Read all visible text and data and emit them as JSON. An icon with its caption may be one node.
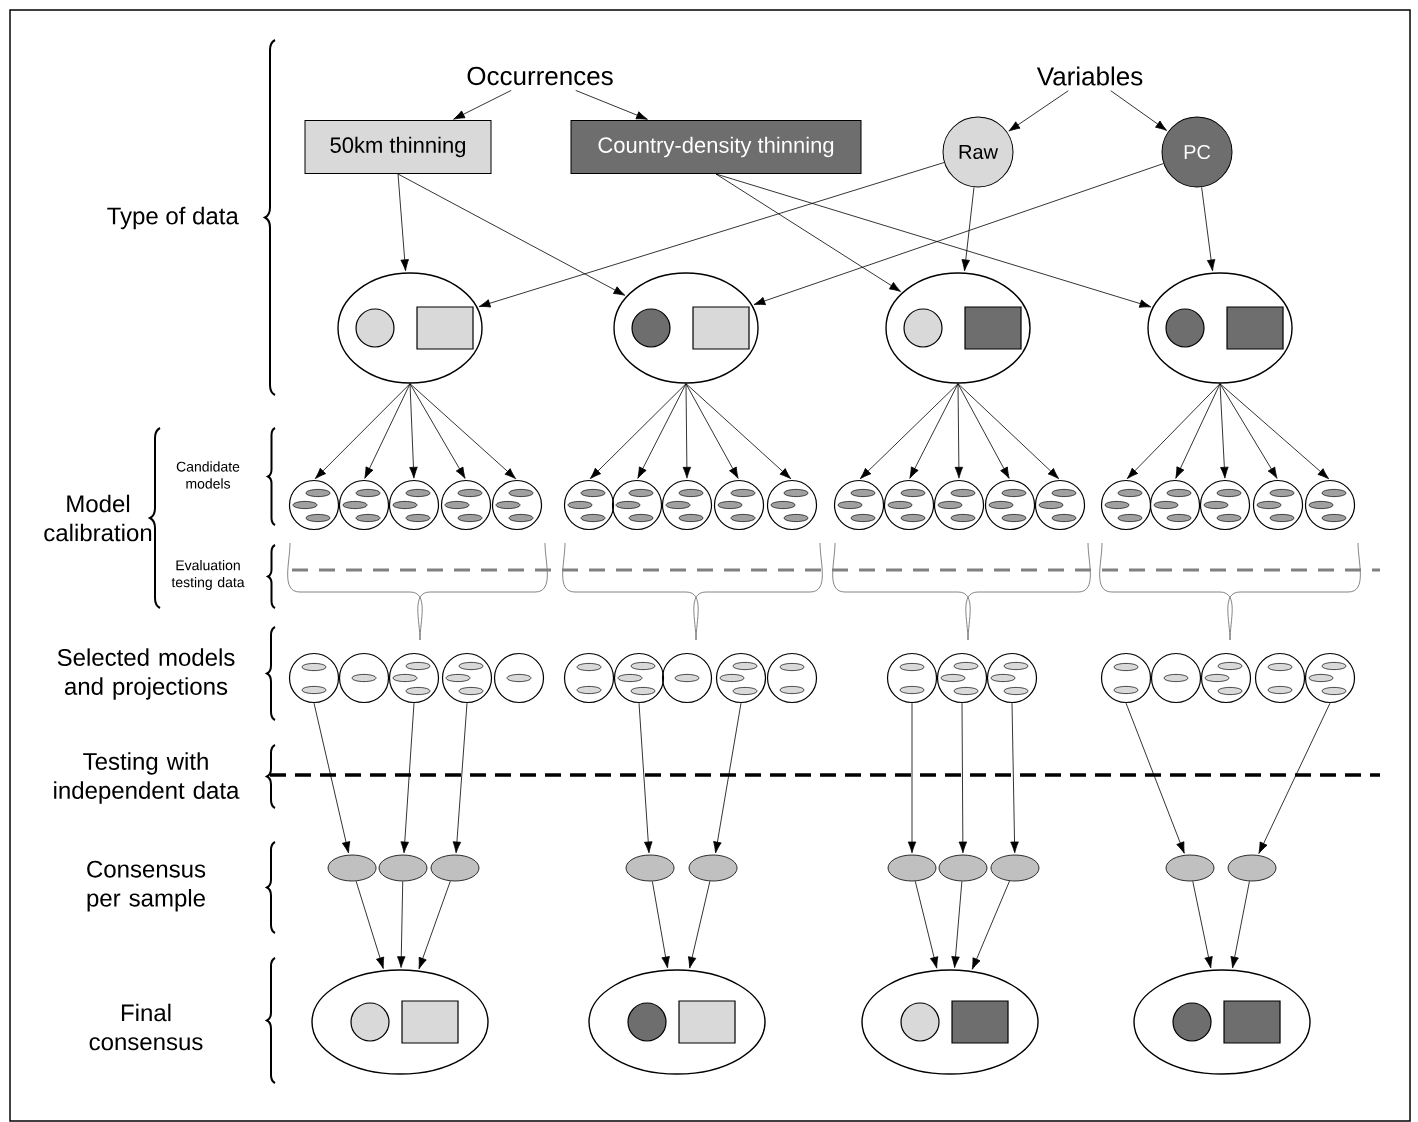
{
  "diagram": {
    "nodes": [
      {
        "text": [
          "Occurrences"
        ]
      },
      {
        "text": [
          "50km thinning"
        ]
      },
      {
        "text": [
          "Country-density thinning"
        ]
      },
      {
        "text": [
          "Variables"
        ]
      },
      {
        "text": [
          "Raw"
        ]
      },
      {
        "text": [
          "PC"
        ]
      },
      {
        "text": [],
        "shape": "ellipse"
      },
      {
        "text": [],
        "shape": "ellipse"
      },
      {
        "text": [],
        "shape": "ellipse"
      },
      {
        "text": [],
        "shape": "ellipse"
      },
      {
        "text": [],
        "shape": "circle"
      },
      {
        "text": [],
        "shape": "circle"
      },
      {
        "text": [],
        "shape": "circle"
      },
      {
        "text": [],
        "shape": "circle"
      },
      {
        "text": [],
        "shape": "circle"
      },
      {
        "text": [],
        "shape": "circle"
      },
      {
        "text": [],
        "shape": "circle"
      },
      {
        "text": [],
        "shape": "circle"
      },
      {
        "text": [],
        "shape": "circle"
      },
      {
        "text": [],
        "shape": "circle"
      },
      {
        "text": [],
        "shape": "circle"
      },
      {
        "text": [],
        "shape": "circle"
      },
      {
        "text": [],
        "shape": "circle"
      },
      {
        "text": [],
        "shape": "circle"
      },
      {
        "text": [],
        "shape": "circle"
      },
      {
        "text": [],
        "shape": "circle"
      },
      {
        "text": [],
        "shape": "circle"
      },
      {
        "text": [],
        "shape": "circle"
      },
      {
        "text": [],
        "shape": "circle"
      },
      {
        "text": [],
        "shape": "circle"
      },
      {
        "text": [],
        "shape": "circle"
      },
      {
        "text": [],
        "shape": "circle"
      },
      {
        "text": [],
        "shape": "circle"
      },
      {
        "text": [],
        "shape": "circle"
      },
      {
        "text": [],
        "shape": "circle"
      },
      {
        "text": [],
        "shape": "circle"
      },
      {
        "text": [],
        "shape": "circle"
      },
      {
        "text": [],
        "shape": "circle"
      },
      {
        "text": [],
        "shape": "circle"
      },
      {
        "text": [],
        "shape": "circle"
      },
      {
        "text": [],
        "shape": "circle"
      },
      {
        "text": [],
        "shape": "circle"
      },
      {
        "text": [],
        "shape": "circle"
      },
      {
        "text": [],
        "shape": "circle"
      },
      {
        "text": [],
        "shape": "circle"
      },
      {
        "text": [],
        "shape": "circle"
      },
      {
        "text": [],
        "shape": "circle"
      },
      {
        "text": [],
        "shape": "circle"
      },
      {
        "text": [],
        "shape": "ellipse"
      },
      {
        "text": [],
        "shape": "ellipse"
      },
      {
        "text": [],
        "shape": "ellipse"
      },
      {
        "text": [],
        "shape": "ellipse"
      },
      {
        "text": [],
        "shape": "ellipse"
      },
      {
        "text": [],
        "shape": "ellipse"
      },
      {
        "text": [],
        "shape": "ellipse"
      },
      {
        "text": [],
        "shape": "ellipse"
      },
      {
        "text": [],
        "shape": "ellipse"
      },
      {
        "text": [],
        "shape": "ellipse"
      },
      {
        "text": [],
        "shape": "ellipse"
      },
      {
        "text": [],
        "shape": "ellipse"
      },
      {
        "text": [],
        "shape": "ellipse"
      },
      {
        "text": [],
        "shape": "ellipse"
      }
    ],
    "edges": [
      {
        "from": 0,
        "to": 1,
        "arrow": "to"
      },
      {
        "from": 0,
        "to": 2,
        "arrow": "to"
      },
      {
        "from": 3,
        "to": 4,
        "arrow": "to"
      },
      {
        "from": 3,
        "to": 5,
        "arrow": "to"
      },
      {
        "from": 1,
        "to": 6,
        "arrow": "to"
      },
      {
        "from": 1,
        "to": 7,
        "arrow": "to"
      },
      {
        "from": 2,
        "to": 8,
        "arrow": "to"
      },
      {
        "from": 2,
        "to": 9,
        "arrow": "to"
      },
      {
        "from": 4,
        "to": 6,
        "arrow": "to"
      },
      {
        "from": 4,
        "to": 8,
        "arrow": "to"
      },
      {
        "from": 5,
        "to": 7,
        "arrow": "to"
      },
      {
        "from": 5,
        "to": 9,
        "arrow": "to"
      },
      {
        "from": 6,
        "to": 10,
        "arrow": "to"
      },
      {
        "from": 6,
        "to": 11,
        "arrow": "to"
      },
      {
        "from": 6,
        "to": 12,
        "arrow": "to"
      },
      {
        "from": 6,
        "to": 13,
        "arrow": "to"
      },
      {
        "from": 6,
        "to": 14,
        "arrow": "to"
      },
      {
        "from": 7,
        "to": 15,
        "arrow": "to"
      },
      {
        "from": 7,
        "to": 16,
        "arrow": "to"
      },
      {
        "from": 7,
        "to": 17,
        "arrow": "to"
      },
      {
        "from": 7,
        "to": 18,
        "arrow": "to"
      },
      {
        "from": 7,
        "to": 19,
        "arrow": "to"
      },
      {
        "from": 8,
        "to": 20,
        "arrow": "to"
      },
      {
        "from": 8,
        "to": 21,
        "arrow": "to"
      },
      {
        "from": 8,
        "to": 22,
        "arrow": "to"
      },
      {
        "from": 8,
        "to": 23,
        "arrow": "to"
      },
      {
        "from": 8,
        "to": 24,
        "arrow": "to"
      },
      {
        "from": 9,
        "to": 25,
        "arrow": "to"
      },
      {
        "from": 9,
        "to": 26,
        "arrow": "to"
      },
      {
        "from": 9,
        "to": 27,
        "arrow": "to"
      },
      {
        "from": 9,
        "to": 28,
        "arrow": "to"
      },
      {
        "from": 9,
        "to": 29,
        "arrow": "to"
      },
      {
        "from": 30,
        "to": 48,
        "arrow": "to"
      },
      {
        "from": 32,
        "to": 49,
        "arrow": "to"
      },
      {
        "from": 33,
        "to": 50,
        "arrow": "to"
      },
      {
        "from": 36,
        "to": 51,
        "arrow": "to"
      },
      {
        "from": 38,
        "to": 52,
        "arrow": "to"
      },
      {
        "from": 40,
        "to": 53,
        "arrow": "to"
      },
      {
        "from": 41,
        "to": 54,
        "arrow": "to"
      },
      {
        "from": 42,
        "to": 55,
        "arrow": "to"
      },
      {
        "from": 43,
        "to": 56,
        "arrow": "to"
      },
      {
        "from": 47,
        "to": 57,
        "arrow": "to"
      },
      {
        "from": 48,
        "to": 58,
        "arrow": "to"
      },
      {
        "from": 49,
        "to": 58,
        "arrow": "to"
      },
      {
        "from": 50,
        "to": 58,
        "arrow": "to"
      },
      {
        "from": 51,
        "to": 59,
        "arrow": "to"
      },
      {
        "from": 52,
        "to": 59,
        "arrow": "to"
      },
      {
        "from": 53,
        "to": 60,
        "arrow": "to"
      },
      {
        "from": 54,
        "to": 60,
        "arrow": "to"
      },
      {
        "from": 55,
        "to": 60,
        "arrow": "to"
      },
      {
        "from": 56,
        "to": 61,
        "arrow": "to"
      },
      {
        "from": 57,
        "to": 61,
        "arrow": "to"
      }
    ],
    "labels": [
      "Type of data",
      "Model calibration",
      "Candidate models",
      "Evaluation testing data",
      "Selected models and projections",
      "Testing with independent data",
      "Consensus per sample",
      "Final consensus"
    ]
  }
}
